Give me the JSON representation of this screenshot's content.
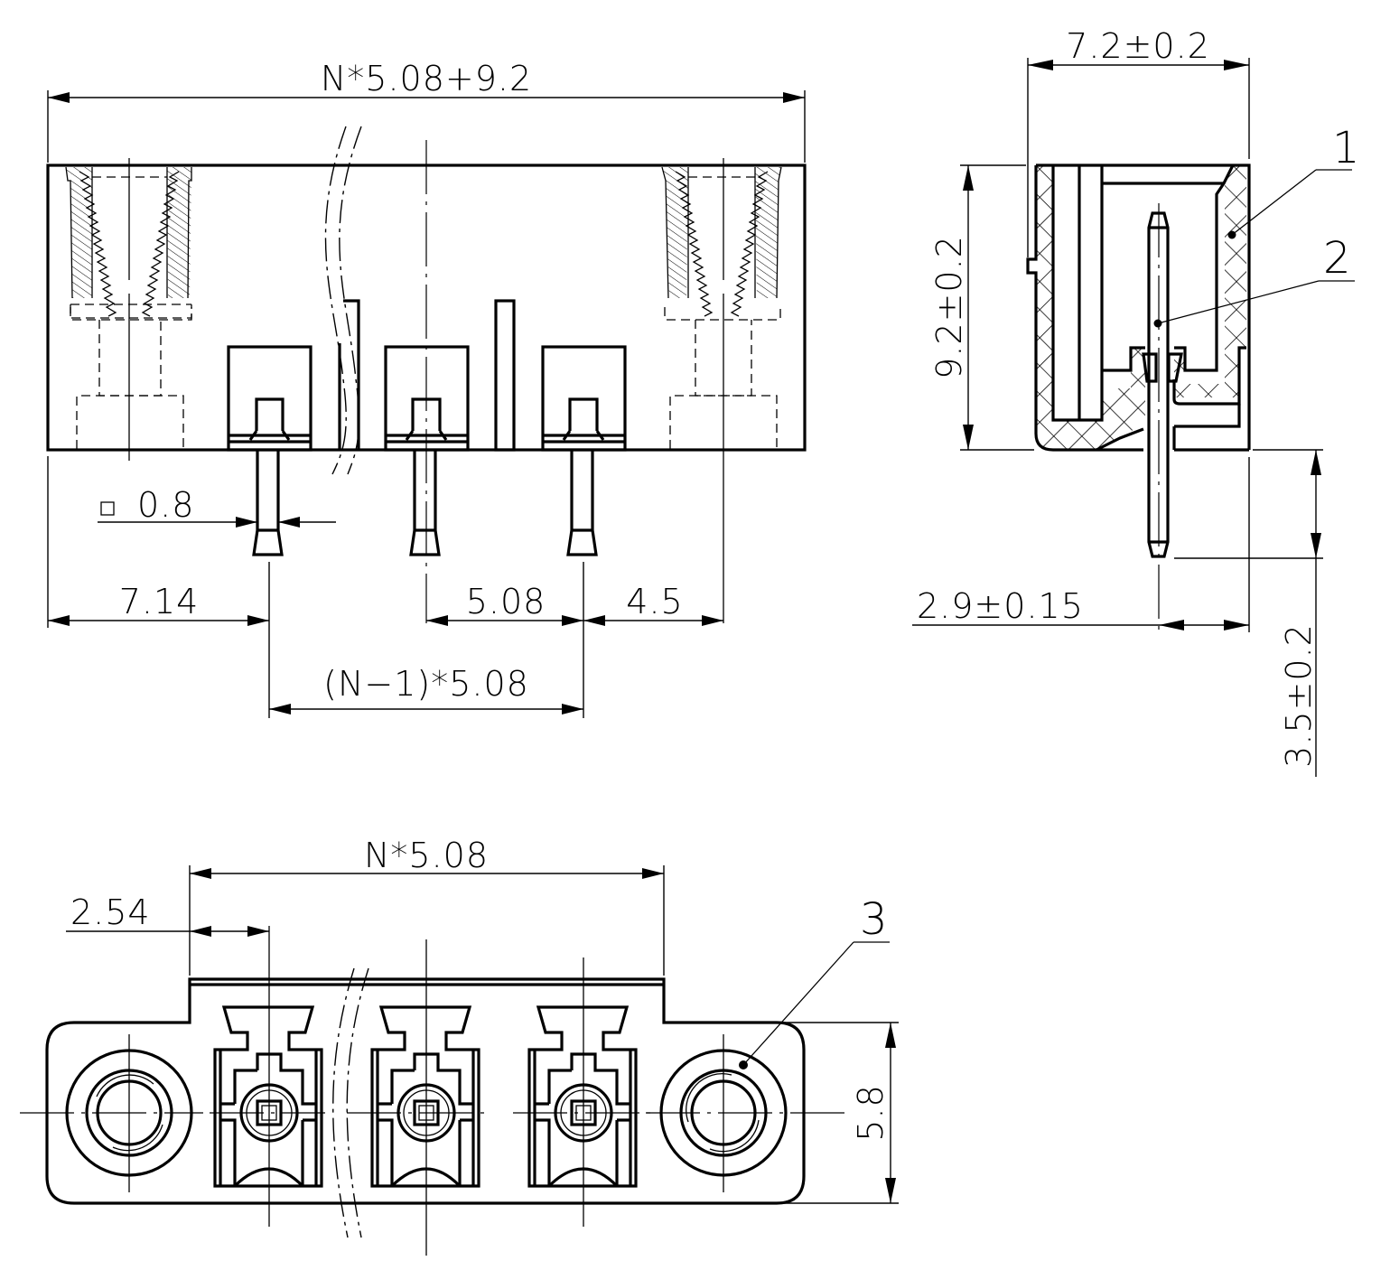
{
  "drawing": {
    "title": "Pluggable terminal block header with flanges – technical drawing",
    "line_color": "#000000",
    "background": "#ffffff",
    "views": {
      "front": {
        "name": "front-view",
        "dims": {
          "overall_length": "N*5.08+9.2",
          "pin_size": "0.8",
          "pin_size_symbol": "square",
          "edge_to_first_pin": "7.14",
          "pitch": "5.08",
          "last_pin_to_flange_center": "4.5",
          "pin_span": "(N−1)*5.08"
        }
      },
      "side": {
        "name": "side-view",
        "dims": {
          "width": "7.2±0.2",
          "height": "9.2±0.2",
          "pin_offset": "2.9±0.15",
          "pin_length": "3.5±0.2"
        },
        "balloons": [
          "1",
          "2"
        ]
      },
      "bottom": {
        "name": "bottom-view",
        "dims": {
          "body_length": "N*5.08",
          "half_pitch": "2.54",
          "depth": "5.8"
        },
        "balloons": [
          "3"
        ]
      }
    }
  }
}
